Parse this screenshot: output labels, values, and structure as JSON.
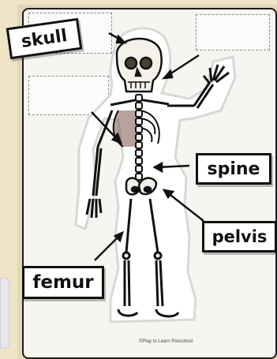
{
  "labels": {
    "skull": "skull",
    "spine": "spine",
    "pelvis": "pelvis",
    "femur": "femur"
  },
  "credit": "©Play to Learn Preschool",
  "colors": {
    "mat": "#efe3c8",
    "sheet": "#f7f5f0",
    "outline": "#111111",
    "ribcage_shade": "#7a5a4a"
  }
}
